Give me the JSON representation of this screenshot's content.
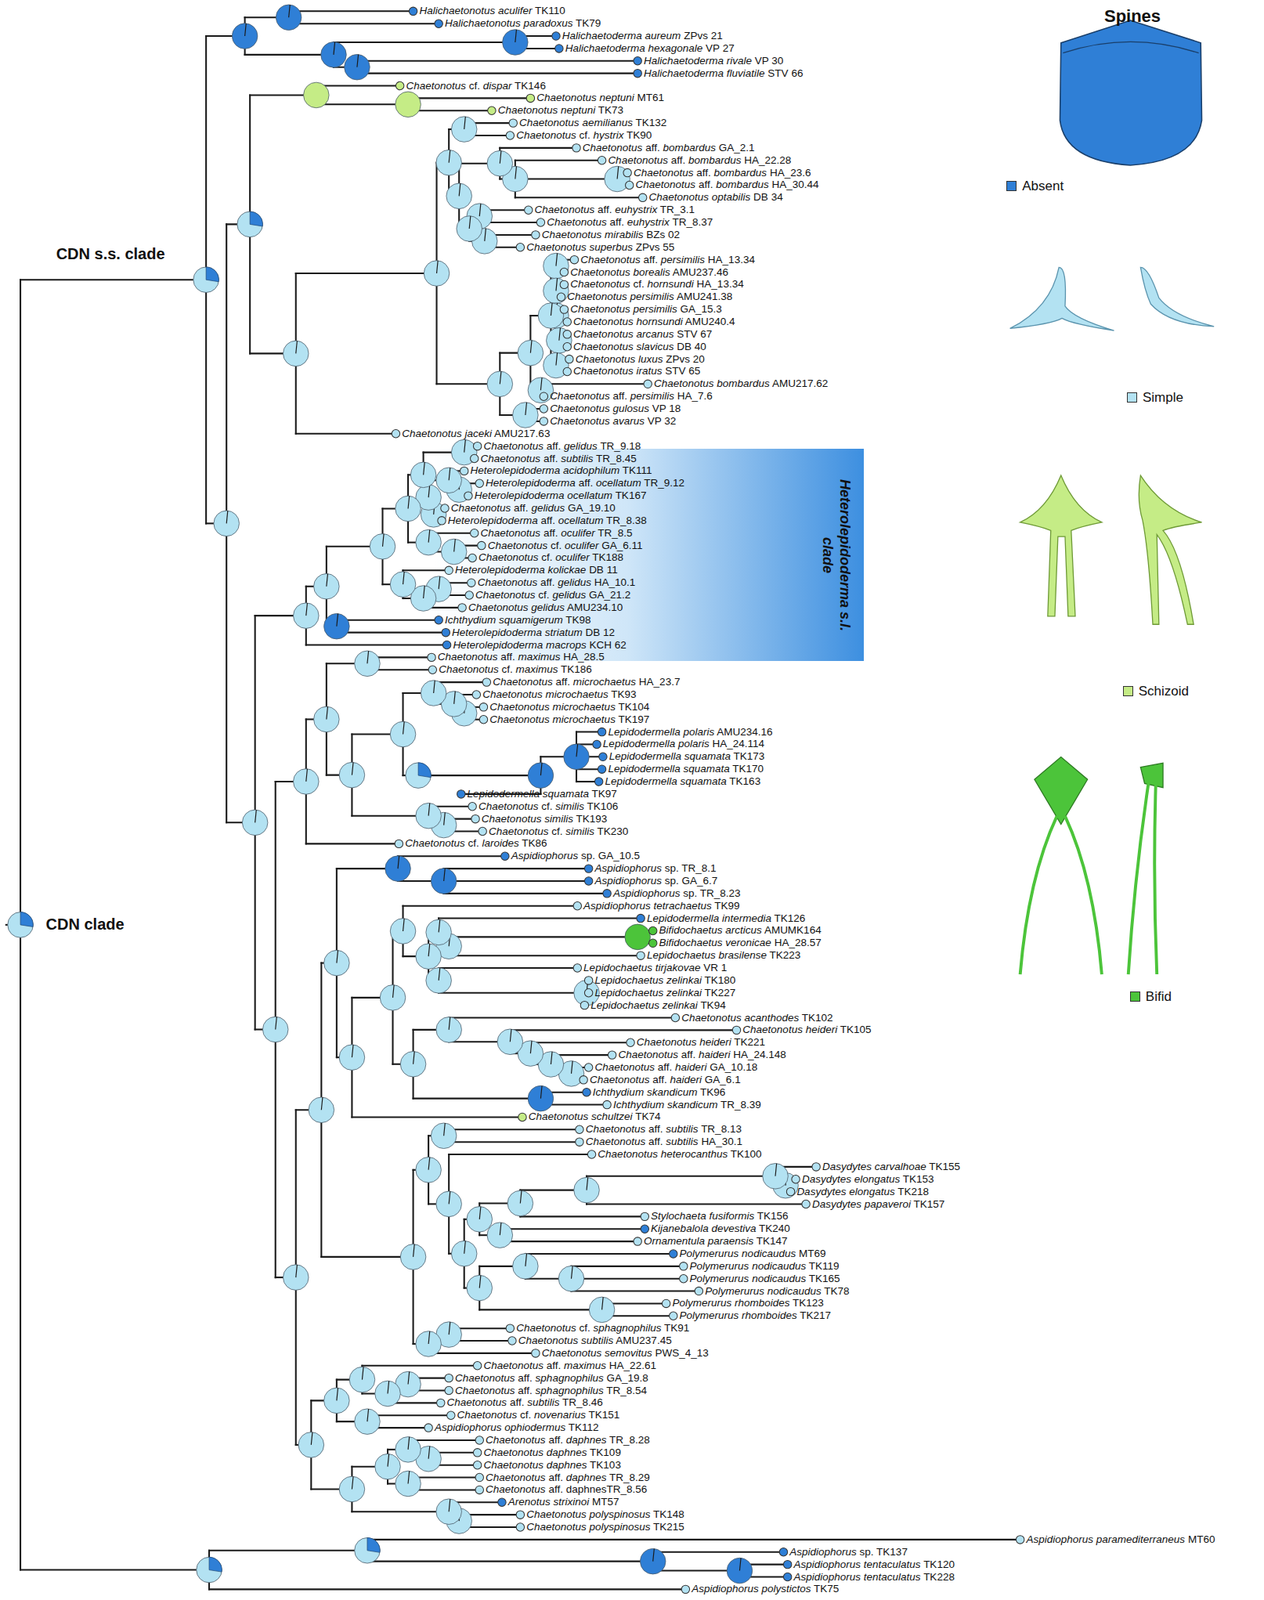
{
  "diagram": {
    "title": "Spines",
    "nodes": [
      {
        "text": [
          "Heterolepidoderma s.l. clade"
        ]
      }
    ],
    "labels": [
      "CDN s.s. clade",
      "CDN clade",
      "Halichaetonotus aculifer TK110",
      "Halichaetonotus paradoxus TK79",
      "Halichaetoderma aureum ZPvs 21",
      "Halichaetoderma hexagonale VP 27",
      "Halichaetoderma rivale VP 30",
      "Halichaetoderma fluviatile STV 66",
      "Chaetonotus cf. dispar TK146",
      "Chaetonotus neptuni MT61",
      "Chaetonotus neptuni TK73",
      "Chaetonotus aemilianus TK132",
      "Chaetonotus cf. hystrix TK90",
      "Chaetonotus aff. bombardus GA_2.1",
      "Chaetonotus aff. bombardus HA_22.28",
      "Chaetonotus aff. bombardus HA_23.6",
      "Chaetonotus aff. bombardus HA_30.44",
      "Chaetonotus optabilis DB 34",
      "Chaetonotus aff. euhystrix TR_3.1",
      "Chaetonotus aff. euhystrix TR_8.37",
      "Chaetonotus mirabilis BZs 02",
      "Chaetonotus superbus ZPvs 55",
      "Chaetonotus aff. persimilis HA_13.34",
      "Chaetonotus borealis AMU237.46",
      "Chaetonotus cf. hornsundi HA_13.34",
      "Chaetonotus persimilis AMU241.38",
      "Chaetonotus persimilis GA_15.3",
      "Chaetonotus hornsundi AMU240.4",
      "Chaetonotus arcanus STV 67",
      "Chaetonotus slavicus DB 40",
      "Chaetonotus luxus ZPvs 20",
      "Chaetonotus iratus STV 65",
      "Chaetonotus bombardus AMU217.62",
      "Chaetonotus aff. persimilis HA_7.6",
      "Chaetonotus gulosus VP 18",
      "Chaetonotus avarus VP 32",
      "Chaetonotus jaceki AMU217.63",
      "Chaetonotus aff. gelidus TR_9.18",
      "Chaetonotus aff. subtilis TR_8.45",
      "Heterolepidoderma acidophilum TK111",
      "Heterolepidoderma aff. ocellatum TR_9.12",
      "Heterolepidoderma ocellatum TK167",
      "Chaetonotus aff. gelidus GA_19.10",
      "Heterolepidoderma aff. ocellatum TR_8.38",
      "Chaetonotus aff. oculifer TR_8.5",
      "Chaetonotus cf. oculifer GA_6.11",
      "Chaetonotus cf. oculifer TK188",
      "Heterolepidoderma kolickae DB 11",
      "Chaetonotus aff. gelidus HA_10.1",
      "Chaetonotus cf. gelidus GA_21.2",
      "Chaetonotus gelidus AMU234.10",
      "Ichthydium squamigerum TK98",
      "Heterolepidoderma striatum DB 12",
      "Heterolepidoderma macrops KCH 62",
      "Chaetonotus aff. maximus HA_28.5",
      "Chaetonotus cf. maximus TK186",
      "Chaetonotus aff. microchaetus HA_23.7",
      "Chaetonotus microchaetus TK93",
      "Chaetonotus microchaetus TK104",
      "Chaetonotus microchaetus TK197",
      "Lepidodermella polaris AMU234.16",
      "Lepidodermella polaris HA_24.114",
      "Lepidodermella squamata TK173",
      "Lepidodermella squamata TK170",
      "Lepidodermella squamata TK163",
      "Lepidodermella squamata TK97",
      "Chaetonotus cf. similis TK106",
      "Chaetonotus similis TK193",
      "Chaetonotus cf. similis TK230",
      "Chaetonotus cf. laroides TK86",
      "Aspidiophorus sp. GA_10.5",
      "Aspidiophorus sp. TR_8.1",
      "Aspidiophorus sp. GA_6.7",
      "Aspidiophorus sp. TR_8.23",
      "Aspidiophorus tetrachaetus TK99",
      "Lepidodermella intermedia TK126",
      "Bifidochaetus arcticus AMUMK164",
      "Bifidochaetus veronicae HA_28.57",
      "Lepidochaetus brasilense TK223",
      "Lepidochaetus tirjakovae VR 1",
      "Lepidochaetus zelinkai TK180",
      "Lepidochaetus zelinkai TK227",
      "Lepidochaetus zelinkai TK94",
      "Chaetonotus acanthodes TK102",
      "Chaetonotus heideri TK105",
      "Chaetonotus heideri TK221",
      "Chaetonotus aff. haideri HA_24.148",
      "Chaetonotus aff. haideri GA_10.18",
      "Chaetonotus aff. haideri GA_6.1",
      "Ichthydium skandicum TK96",
      "Ichthydium skandicum TR_8.39",
      "Chaetonotus schultzei TK74",
      "Chaetonotus aff. subtilis TR_8.13",
      "Chaetonotus aff. subtilis HA_30.1",
      "Chaetonotus heterocanthus TK100",
      "Dasydytes carvalhoae TK155",
      "Dasydytes elongatus TK153",
      "Dasydytes elongatus TK218",
      "Dasydytes papaveroi TK157",
      "Stylochaeta fusiformis TK156",
      "Kijanebalola devestiva TK240",
      "Ornamentula paraensis TK147",
      "Polymerurus nodicaudus MT69",
      "Polymerurus nodicaudus TK119",
      "Polymerurus nodicaudus TK165",
      "Polymerurus nodicaudus TK78",
      "Polymerurus rhomboides TK123",
      "Polymerurus rhomboides TK217",
      "Chaetonotus cf. sphagnophilus TK91",
      "Chaetonotus subtilis AMU237.45",
      "Chaetonotus semovitus PWS_4_13",
      "Chaetonotus aff. maximus HA_22.61",
      "Chaetonotus aff. sphagnophilus GA_19.8",
      "Chaetonotus aff. sphagnophilus TR_8.54",
      "Chaetonotus aff. subtilis TR_8.46",
      "Chaetonotus cf. novenarius TK151",
      "Aspidiophorus ophiodermus TK112",
      "Chaetonotus aff. daphnes TR_8.28",
      "Chaetonotus daphnes TK109",
      "Chaetonotus daphnes TK103",
      "Chaetonotus aff. daphnes TR_8.29",
      "Chaetonotus aff. daphnesTR_8.56",
      "Arenotus strixinoi MT57",
      "Chaetonotus polyspinosus TK148",
      "Chaetonotus polyspinosus TK215",
      "Aspidiophorus paramediterraneus MT60",
      "Aspidiophorus sp. TK137",
      "Aspidiophorus tentaculatus TK120",
      "Aspidiophorus tentaculatus TK228",
      "Aspidiophorus polystictos TK75"
    ],
    "legend": [
      {
        "text": "Absent",
        "color": "#2f7fd6"
      },
      {
        "text": "Simple",
        "color": "#b3e2f2"
      },
      {
        "text": "Schizoid",
        "color": "#c5ec86"
      },
      {
        "text": "Bifid",
        "color": "#4cc43a"
      }
    ]
  }
}
